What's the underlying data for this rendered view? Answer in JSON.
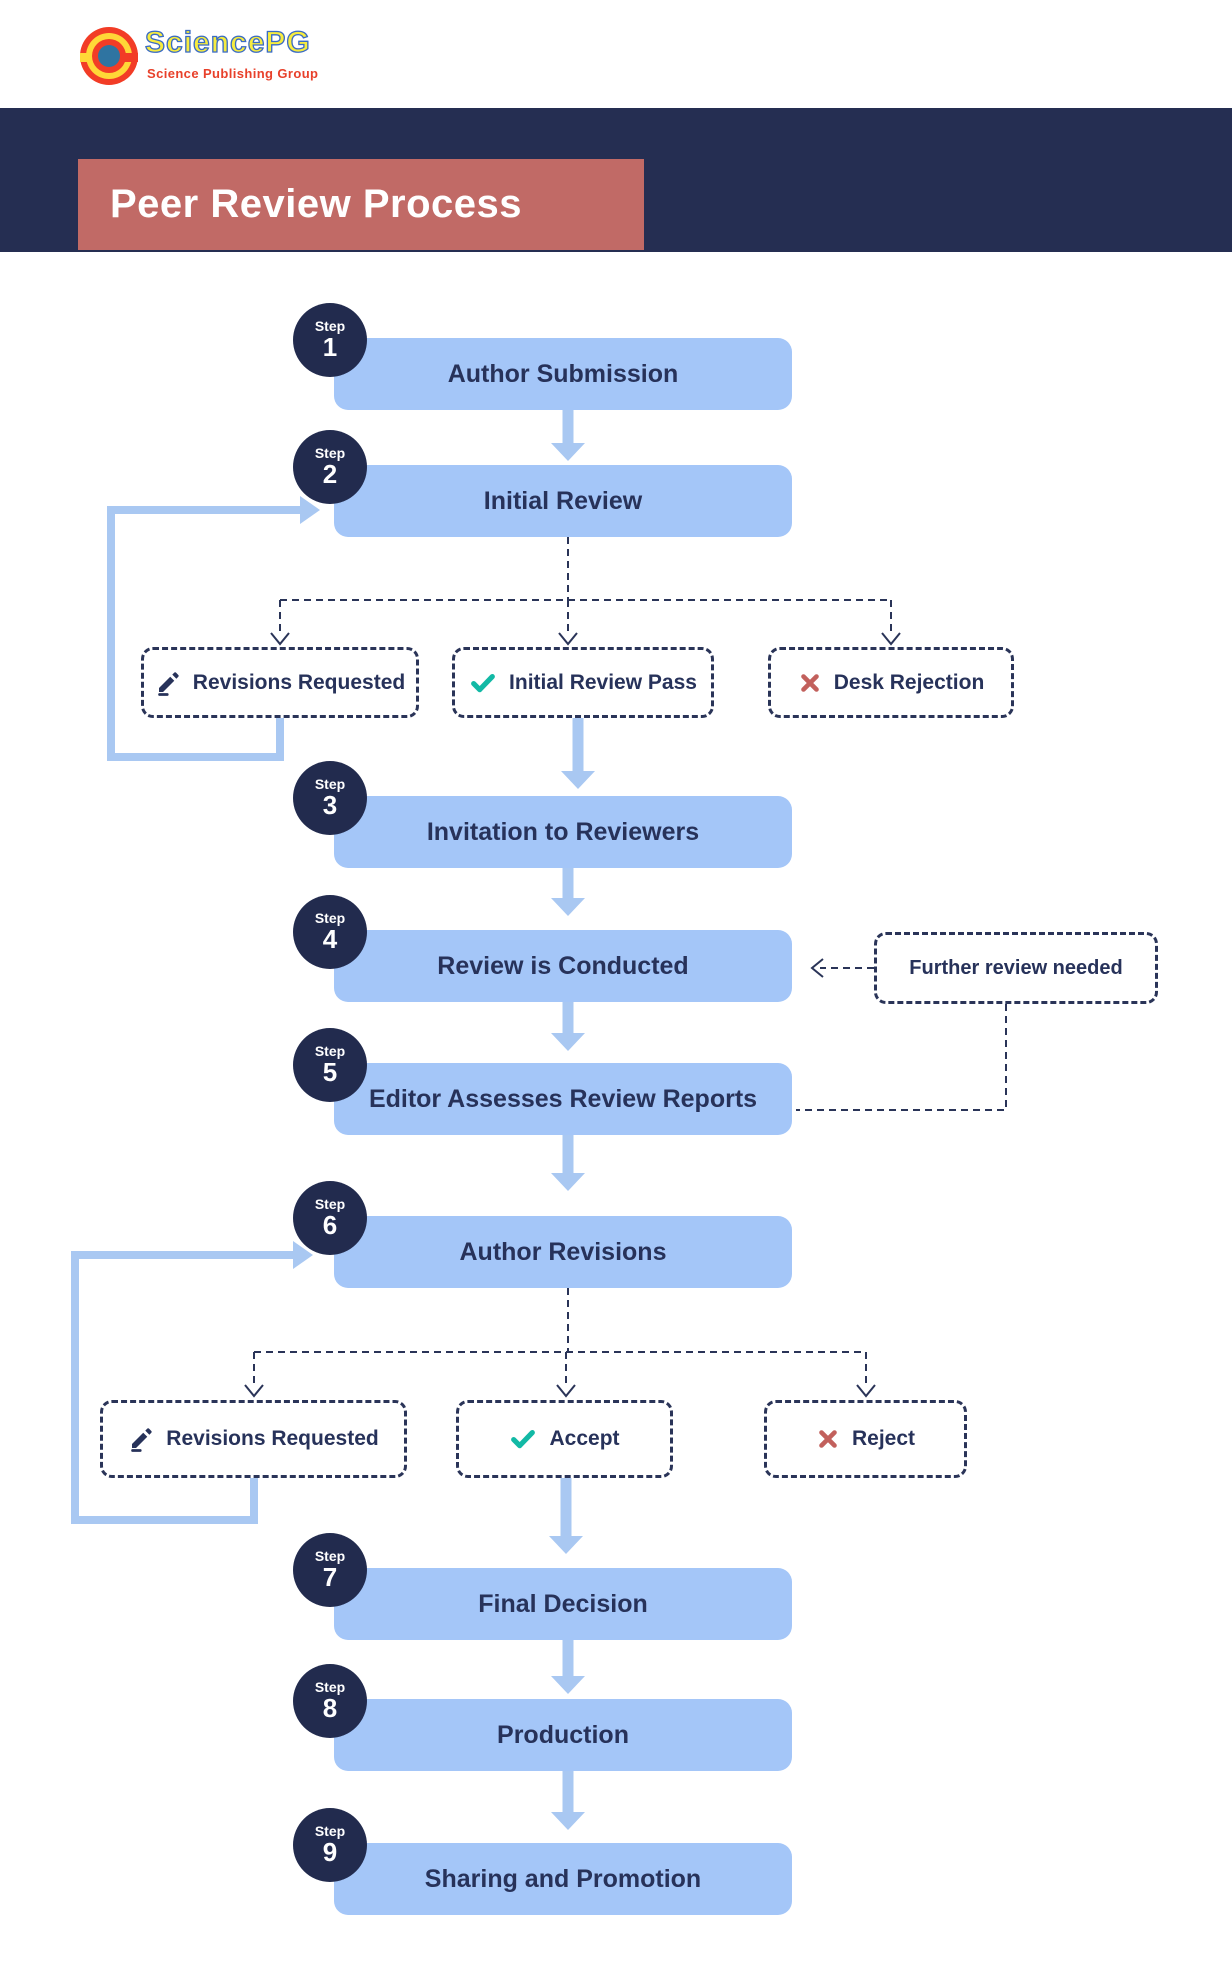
{
  "brand": {
    "name": "SciencePG",
    "tagline": "Science Publishing Group",
    "logo_icon": "sciencepg-logo-icon"
  },
  "header": {
    "title": "Peer Review Process"
  },
  "steps": [
    {
      "badge": "Step",
      "number": "1",
      "title": "Author Submission"
    },
    {
      "badge": "Step",
      "number": "2",
      "title": "Initial Review"
    },
    {
      "badge": "Step",
      "number": "3",
      "title": "Invitation to Reviewers"
    },
    {
      "badge": "Step",
      "number": "4",
      "title": "Review is Conducted"
    },
    {
      "badge": "Step",
      "number": "5",
      "title": "Editor Assesses Review Reports"
    },
    {
      "badge": "Step",
      "number": "6",
      "title": "Author Revisions"
    },
    {
      "badge": "Step",
      "number": "7",
      "title": "Final Decision"
    },
    {
      "badge": "Step",
      "number": "8",
      "title": "Production"
    },
    {
      "badge": "Step",
      "number": "9",
      "title": "Sharing and Promotion"
    }
  ],
  "initial_review_outcomes": [
    {
      "icon": "pencil-icon",
      "label": "Revisions Requested"
    },
    {
      "icon": "check-icon",
      "label": "Initial Review Pass"
    },
    {
      "icon": "x-icon",
      "label": "Desk Rejection"
    }
  ],
  "revision_outcomes": [
    {
      "icon": "pencil-icon",
      "label": "Revisions Requested"
    },
    {
      "icon": "check-icon",
      "label": "Accept"
    },
    {
      "icon": "x-icon",
      "label": "Reject"
    }
  ],
  "side_note": {
    "label": "Further review needed"
  },
  "colors": {
    "navy": "#252e52",
    "rose": "#c16a66",
    "box_blue": "#a4c6f8",
    "arrow_blue": "#a9c8f2",
    "check_teal": "#12b9a5",
    "reject_red": "#c2605c"
  }
}
